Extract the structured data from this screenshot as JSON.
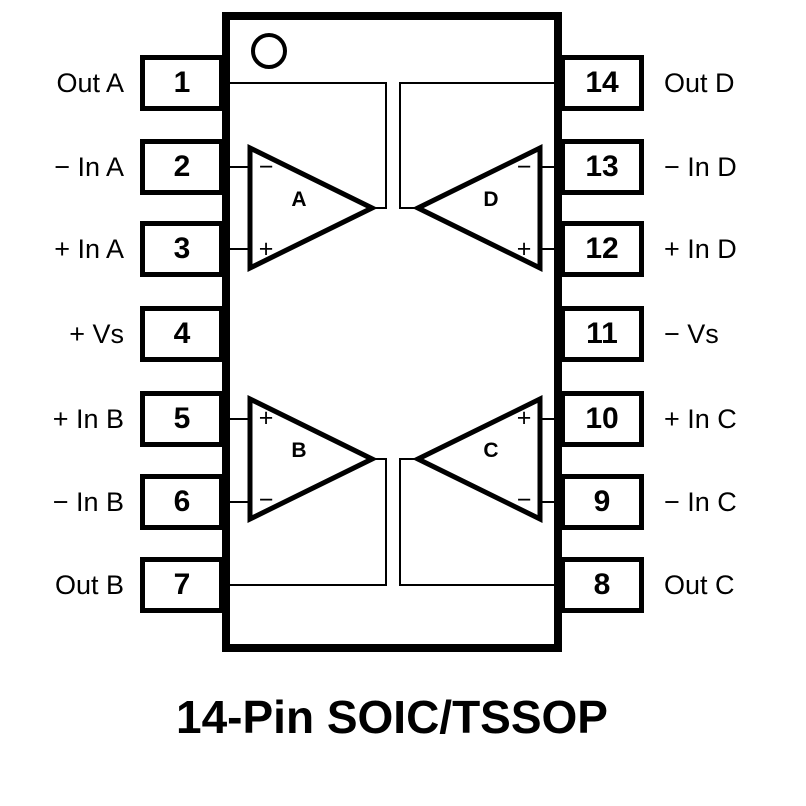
{
  "title": "14-Pin SOIC/TSSOP",
  "colors": {
    "ink": "#000000",
    "background": "#ffffff"
  },
  "ic": {
    "left_pins": [
      {
        "number": "1",
        "label": "Out A"
      },
      {
        "number": "2",
        "label": "− In A"
      },
      {
        "number": "3",
        "label": "+ In A"
      },
      {
        "number": "4",
        "label": "+ Vs"
      },
      {
        "number": "5",
        "label": "+ In B"
      },
      {
        "number": "6",
        "label": "− In B"
      },
      {
        "number": "7",
        "label": "Out B"
      }
    ],
    "right_pins": [
      {
        "number": "14",
        "label": "Out D"
      },
      {
        "number": "13",
        "label": "− In D"
      },
      {
        "number": "12",
        "label": "+ In D"
      },
      {
        "number": "11",
        "label": "− Vs"
      },
      {
        "number": "10",
        "label": "+ In C"
      },
      {
        "number": "9",
        "label": "− In C"
      },
      {
        "number": "8",
        "label": "Out C"
      }
    ],
    "opamps": [
      {
        "name": "A",
        "top_input": "−",
        "bottom_input": "+"
      },
      {
        "name": "D",
        "top_input": "−",
        "bottom_input": "+"
      },
      {
        "name": "B",
        "top_input": "+",
        "bottom_input": "−"
      },
      {
        "name": "C",
        "top_input": "+",
        "bottom_input": "−"
      }
    ]
  }
}
